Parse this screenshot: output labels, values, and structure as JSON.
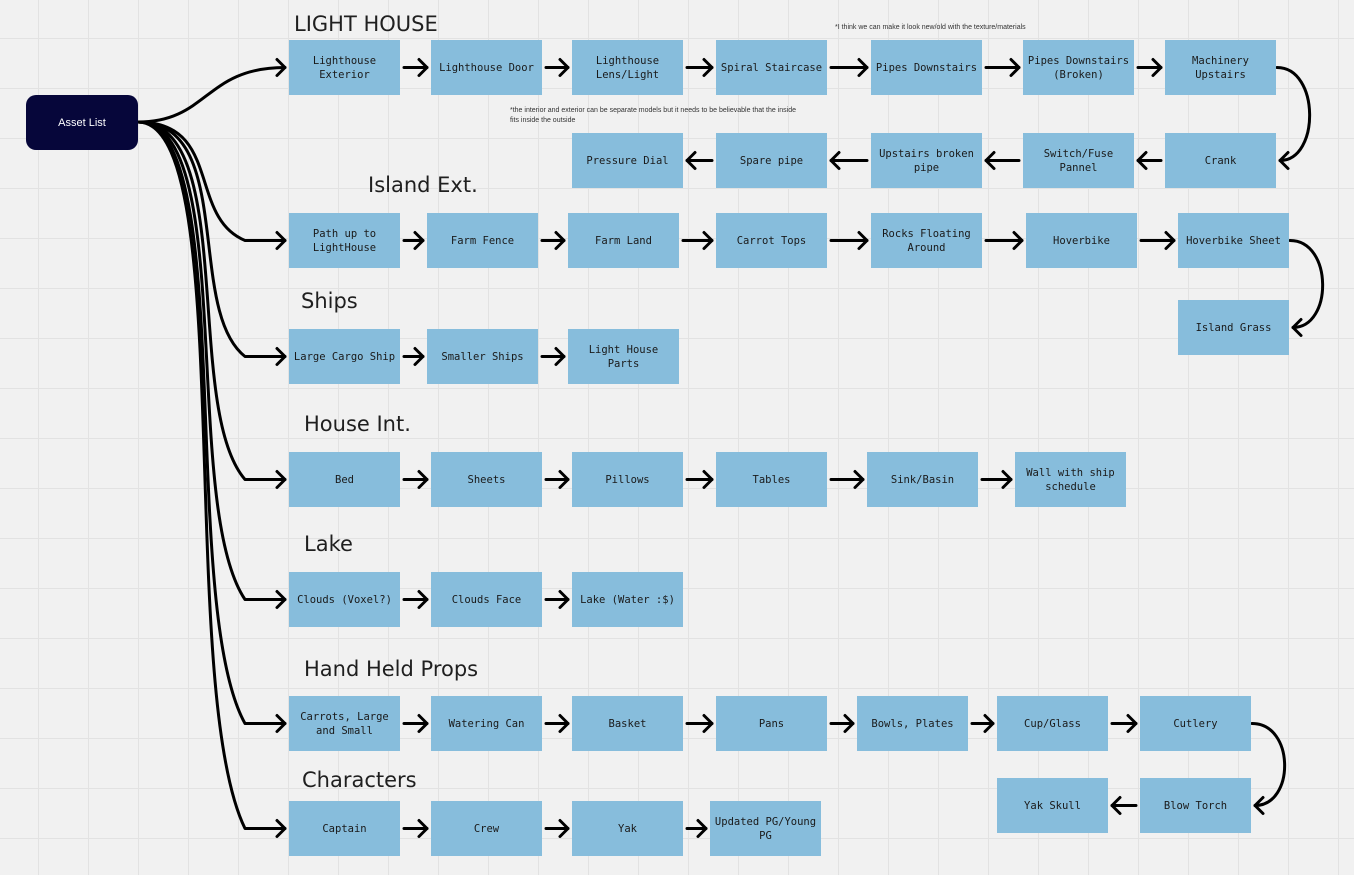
{
  "root": {
    "label": "Asset List"
  },
  "headings": {
    "lighthouse": "LIGHT HOUSE",
    "island": "Island Ext.",
    "ships": "Ships",
    "house": "House Int.",
    "lake": "Lake",
    "props": "Hand Held Props",
    "characters": "Characters"
  },
  "notes": {
    "texture": "*I think we can make it look new/old with the texture/materials",
    "interior": "*the interior and exterior can be separate models but it needs to be believable that the inside fits inside the outside"
  },
  "lighthouse": {
    "row1": [
      "Lighthouse Exterior",
      "Lighthouse Door",
      "Lighthouse Lens/Light",
      "Spiral Staircase",
      "Pipes Downstairs",
      "Pipes Downstairs (Broken)",
      "Machinery Upstairs"
    ],
    "row2": [
      "Crank",
      "Switch/Fuse Pannel",
      "Upstairs broken pipe",
      "Spare pipe",
      "Pressure Dial"
    ]
  },
  "island": {
    "row1": [
      "Path up to LightHouse",
      "Farm Fence",
      "Farm Land",
      "Carrot Tops",
      "Rocks Floating Around",
      "Hoverbike",
      "Hoverbike Sheet"
    ],
    "row2": [
      "Island Grass"
    ]
  },
  "ships": {
    "row1": [
      "Large Cargo Ship",
      "Smaller Ships",
      "Light House Parts"
    ]
  },
  "house": {
    "row1": [
      "Bed",
      "Sheets",
      "Pillows",
      "Tables",
      "Sink/Basin",
      "Wall with ship schedule"
    ]
  },
  "lake": {
    "row1": [
      "Clouds (Voxel?)",
      "Clouds Face",
      "Lake (Water :$)"
    ]
  },
  "props": {
    "row1": [
      "Carrots, Large and Small",
      "Watering Can",
      "Basket",
      "Pans",
      "Bowls, Plates",
      "Cup/Glass",
      "Cutlery"
    ],
    "row2": [
      "Blow Torch",
      "Yak Skull"
    ]
  },
  "characters": {
    "row1": [
      "Captain",
      "Crew",
      "Yak",
      "Updated PG/Young PG"
    ]
  },
  "colors": {
    "node": "#87bddc",
    "root": "#06063a",
    "line": "#000000",
    "background": "#f1f1f1"
  }
}
